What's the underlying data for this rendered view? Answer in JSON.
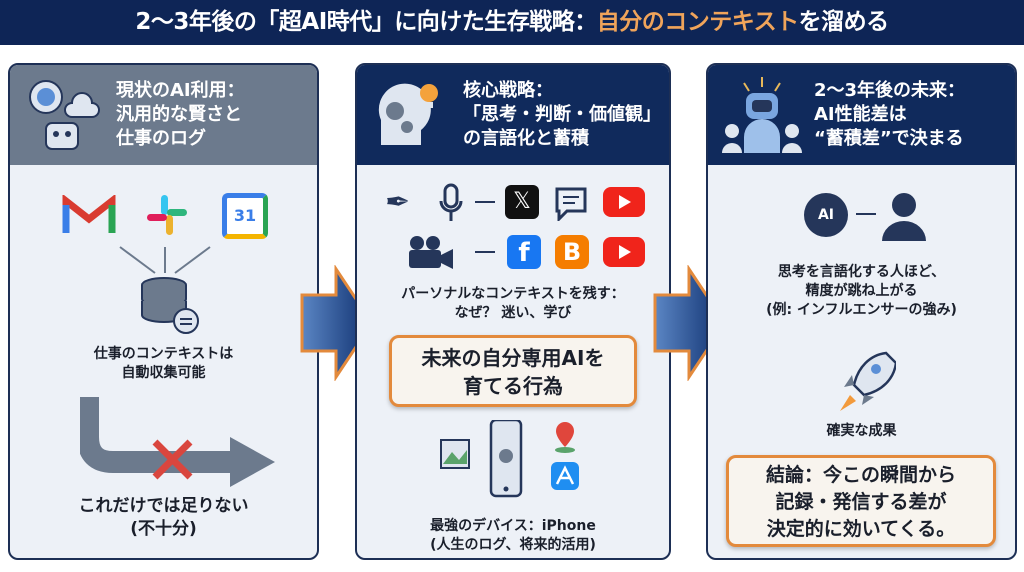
{
  "title": {
    "prefix": "2〜3年後の「超AI時代」に向けた生存戦略：",
    "highlight": "自分のコンテキスト",
    "suffix": "を溜める"
  },
  "colors": {
    "navy": "#0e2556",
    "gray_header": "#6c7a8d",
    "accent_orange": "#e38a3c",
    "arrow_blue": "#1f5fb0",
    "cross_red": "#d9463e"
  },
  "panels": [
    {
      "header": [
        "現状のAI利用：",
        "汎用的な賢さと",
        "仕事のログ"
      ],
      "header_icon": "brain-cloud-robot-icon",
      "logos": [
        "gmail-icon",
        "slack-icon",
        "calendar-icon"
      ],
      "calendar_number": "31",
      "caption": [
        "仕事のコンテキストは",
        "自動収集可能"
      ],
      "conclusion": [
        "これだけでは足りない",
        "(不十分)"
      ]
    },
    {
      "header": [
        "核心戦略：",
        "「思考・判断・価値観」",
        "の言語化と蓄積"
      ],
      "header_icon": "head-gears-lightbulb-icon",
      "caption": [
        "パーソナルなコンテキストを残す：",
        "なぜ？ 迷い、学び"
      ],
      "highlight_box": [
        "未来の自分専用AIを",
        "育てる行為"
      ],
      "device_caption": [
        "最強のデバイス：iPhone",
        "(人生のログ、将来的活用)"
      ]
    },
    {
      "header": [
        "2〜3年後の未来：",
        "AI性能差は",
        "“蓄積差”で決まる"
      ],
      "header_icon": "robot-people-icon",
      "ai_label": "AI",
      "caption": [
        "思考を言語化する人ほど、",
        "精度が跳ね上がる",
        "(例: インフルエンサーの強み)"
      ],
      "result": "確実な成果",
      "conclusion_box": [
        "結論：今この瞬間から",
        "記録・発信する差が",
        "決定的に効いてくる。"
      ]
    }
  ]
}
